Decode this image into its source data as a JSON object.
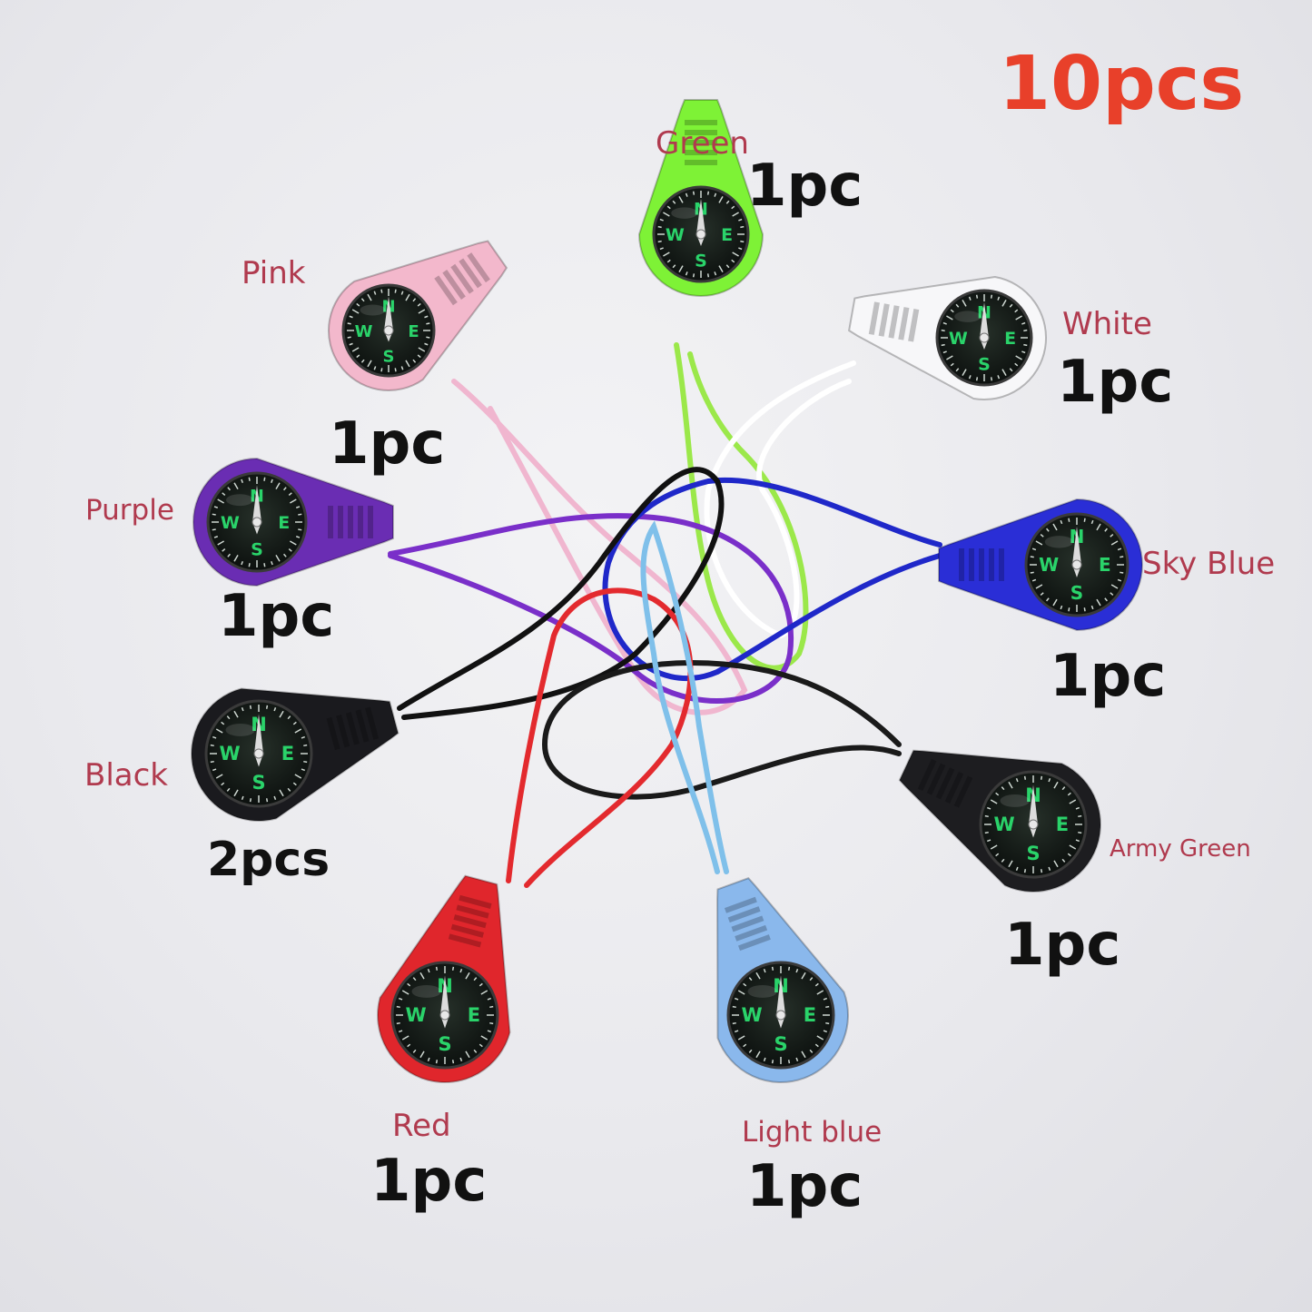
{
  "total": "10pcs",
  "items": [
    {
      "color_name": "Green",
      "qty": "1pc",
      "body_color": "#7ef236",
      "cord_color": "#9be84a"
    },
    {
      "color_name": "Pink",
      "qty": "1pc",
      "body_color": "#f3b8cc",
      "cord_color": "#f0b6cf"
    },
    {
      "color_name": "White",
      "qty": "1pc",
      "body_color": "#f7f7f9",
      "cord_color": "#ffffff"
    },
    {
      "color_name": "Purple",
      "qty": "1pc",
      "body_color": "#6a2db3",
      "cord_color": "#7a2fc9"
    },
    {
      "color_name": "Sky Blue",
      "qty": "1pc",
      "body_color": "#2a2ed6",
      "cord_color": "#1f28c9"
    },
    {
      "color_name": "Black",
      "qty": "2pcs",
      "body_color": "#1a1a1e",
      "cord_color": "#111111"
    },
    {
      "color_name": "Army Green",
      "qty": "1pc",
      "body_color": "#1d1d20",
      "cord_color": "#1a1a1a"
    },
    {
      "color_name": "Red",
      "qty": "1pc",
      "body_color": "#e0262c",
      "cord_color": "#e32a2e"
    },
    {
      "color_name": "Light blue",
      "qty": "1pc",
      "body_color": "#8ab8ec",
      "cord_color": "#7fc0ea"
    }
  ],
  "compass": {
    "face_color": "#131a17",
    "rose_color": "#2ad36a",
    "needle_color": "#dcdcdc"
  }
}
